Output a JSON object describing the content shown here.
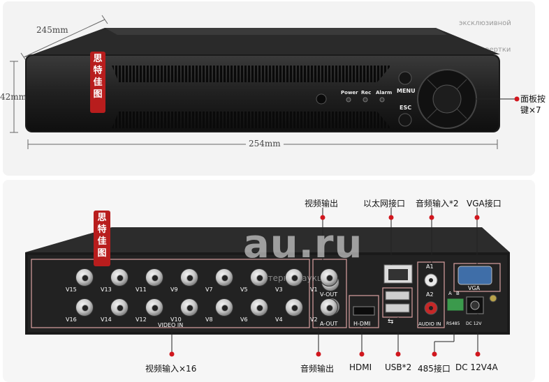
{
  "top_view": {
    "dim_depth": "245mm",
    "dim_height": "42mm",
    "dim_width": "254mm",
    "watermark_1": "эксклюзивной",
    "watermark_2": "цене развертки",
    "logo_seal": "思特佳图",
    "front_leds": [
      "Power",
      "Rec",
      "Alarm"
    ],
    "button_menu": "MENU",
    "button_esc": "ESC",
    "callout_panel_keys": "面板按键×7"
  },
  "rear_view": {
    "logo_seal": "思特佳图",
    "watermark_big": "au.ru",
    "watermark_small": "интернет-аукцион",
    "video_in_label": "VIDEO IN",
    "channels_top": [
      "V15",
      "V13",
      "V11",
      "V9",
      "V7",
      "V5",
      "V3",
      "V1"
    ],
    "channels_bottom": [
      "V16",
      "V14",
      "V12",
      "V10",
      "V8",
      "V6",
      "V4",
      "V2"
    ],
    "port_labels": {
      "v_out": "V-OUT",
      "a_out": "A-OUT",
      "hdmi": "H-DMI",
      "audio_a1": "A1",
      "audio_a2": "A2",
      "audio_in": "AUDIO IN",
      "vga": "VGA",
      "rs485_a": "A",
      "rs485_b": "B",
      "rs485": "RS485",
      "dc": "DC 12V"
    },
    "callouts_top": {
      "video_out": "视频输出",
      "ethernet": "以太网接口",
      "audio_in": "音频输入*2",
      "vga": "VGA接口"
    },
    "callouts_bottom": {
      "video_in": "视频输入×16",
      "audio_out": "音频输出",
      "hdmi": "HDMI",
      "usb": "USB*2",
      "rs485": "485接口",
      "dc": "DC 12V4A"
    }
  }
}
